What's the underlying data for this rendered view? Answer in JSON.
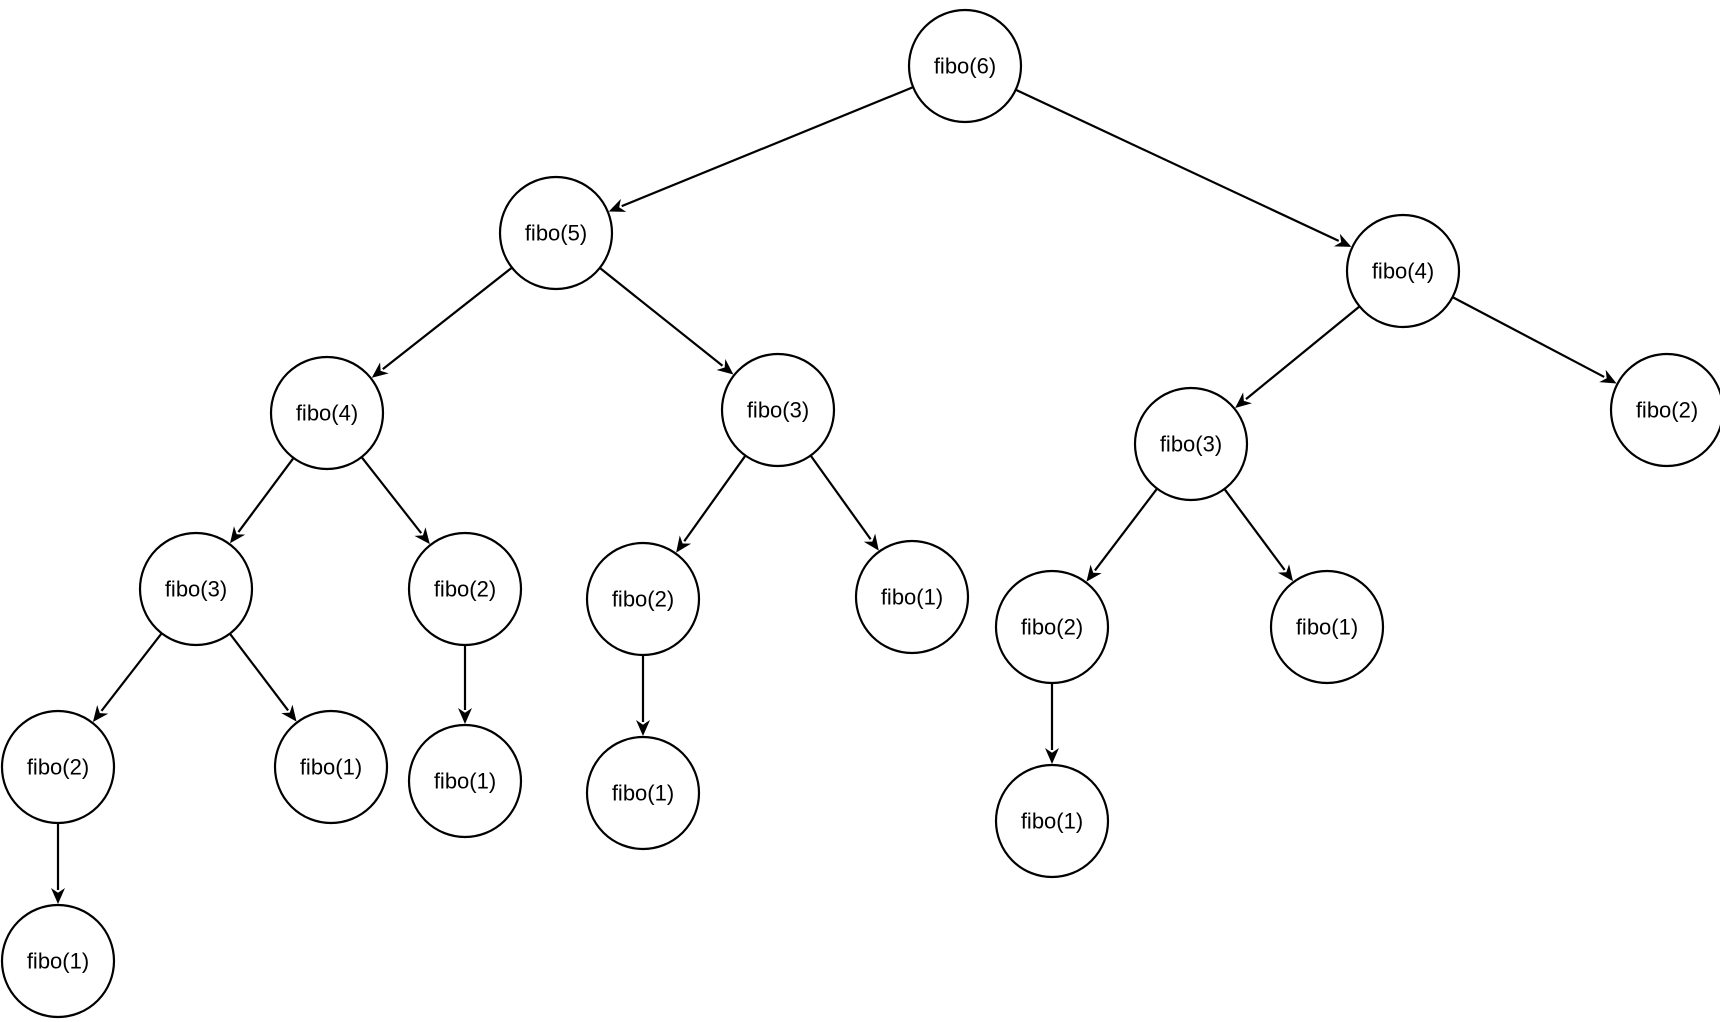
{
  "tree": {
    "nodes": [
      {
        "id": "n6",
        "label": "fibo(6)"
      },
      {
        "id": "n5",
        "label": "fibo(5)"
      },
      {
        "id": "n4r",
        "label": "fibo(4)"
      },
      {
        "id": "n4l",
        "label": "fibo(4)"
      },
      {
        "id": "n3m",
        "label": "fibo(3)"
      },
      {
        "id": "n3r",
        "label": "fibo(3)"
      },
      {
        "id": "n2rr",
        "label": "fibo(2)"
      },
      {
        "id": "n3l",
        "label": "fibo(3)"
      },
      {
        "id": "n2l",
        "label": "fibo(2)"
      },
      {
        "id": "n2m",
        "label": "fibo(2)"
      },
      {
        "id": "n1m",
        "label": "fibo(1)"
      },
      {
        "id": "n2r",
        "label": "fibo(2)"
      },
      {
        "id": "n1r",
        "label": "fibo(1)"
      },
      {
        "id": "n2ll",
        "label": "fibo(2)"
      },
      {
        "id": "n1ll",
        "label": "fibo(1)"
      },
      {
        "id": "n1lmid",
        "label": "fibo(1)"
      },
      {
        "id": "n1mm",
        "label": "fibo(1)"
      },
      {
        "id": "n1rr",
        "label": "fibo(1)"
      },
      {
        "id": "n1bottom",
        "label": "fibo(1)"
      }
    ],
    "edges": [
      [
        "n6",
        "n5"
      ],
      [
        "n6",
        "n4r"
      ],
      [
        "n5",
        "n4l"
      ],
      [
        "n5",
        "n3m"
      ],
      [
        "n4r",
        "n3r"
      ],
      [
        "n4r",
        "n2rr"
      ],
      [
        "n4l",
        "n3l"
      ],
      [
        "n4l",
        "n2l"
      ],
      [
        "n3m",
        "n2m"
      ],
      [
        "n3m",
        "n1m"
      ],
      [
        "n3r",
        "n2r"
      ],
      [
        "n3r",
        "n1r"
      ],
      [
        "n3l",
        "n2ll"
      ],
      [
        "n3l",
        "n1ll"
      ],
      [
        "n2l",
        "n1lmid"
      ],
      [
        "n2m",
        "n1mm"
      ],
      [
        "n2r",
        "n1rr"
      ],
      [
        "n2ll",
        "n1bottom"
      ]
    ]
  }
}
